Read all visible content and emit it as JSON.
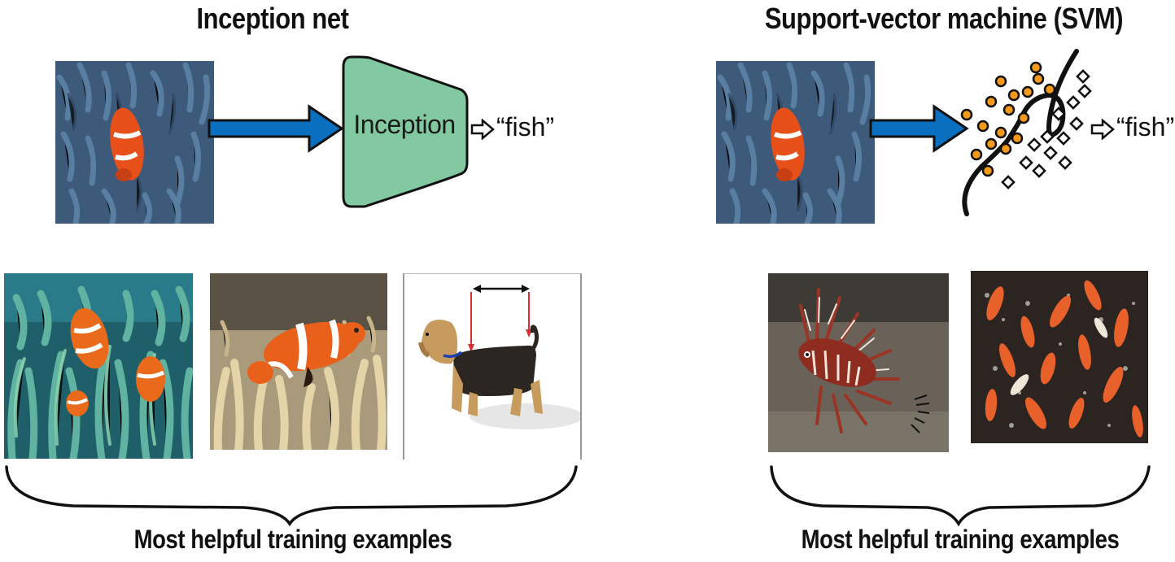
{
  "left_panel": {
    "title": "Inception net",
    "model_block_label": "Inception",
    "output_label": "“fish”",
    "caption": "Most helpful training examples"
  },
  "right_panel": {
    "title": "Support-vector machine (SVM)",
    "output_label": "“fish”",
    "caption": "Most helpful training examples"
  },
  "colors": {
    "arrow_blue": "#0a6fbf",
    "inception_green": "#82c8a0",
    "svm_orange": "#f39a1c",
    "curve_black": "#111111"
  }
}
